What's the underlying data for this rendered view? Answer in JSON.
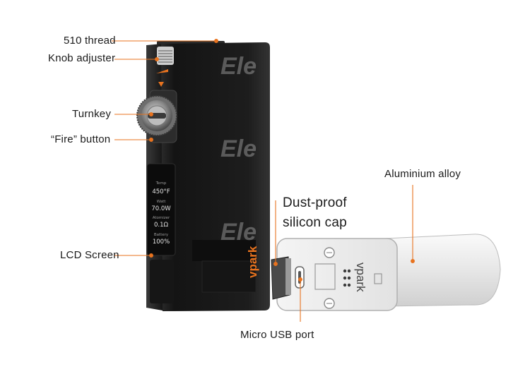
{
  "labels": {
    "thread": "510 thread",
    "knob": "Knob adjuster",
    "turnkey": "Turnkey",
    "fire": "“Fire” button",
    "lcd": "LCD Screen",
    "alloy": "Aluminium alloy",
    "dust_line1": "Dust-proof",
    "dust_line2": "silicon cap",
    "usb": "Micro USB port"
  },
  "screen": {
    "temp_label": "Temp",
    "temp_value": "450°F",
    "watt_label": "Watt",
    "watt_value": "70.0W",
    "atomizer_label": "Atomizer",
    "atomizer_value": "0.1Ω",
    "battery_label": "Battery",
    "battery_value": "100%"
  },
  "brand": "vpark",
  "watermark": "Ele",
  "colors": {
    "accent": "#e8731f",
    "device_body": "#1b1b1b",
    "alloy": "#e9e9e9",
    "text": "#1a1a1a"
  }
}
